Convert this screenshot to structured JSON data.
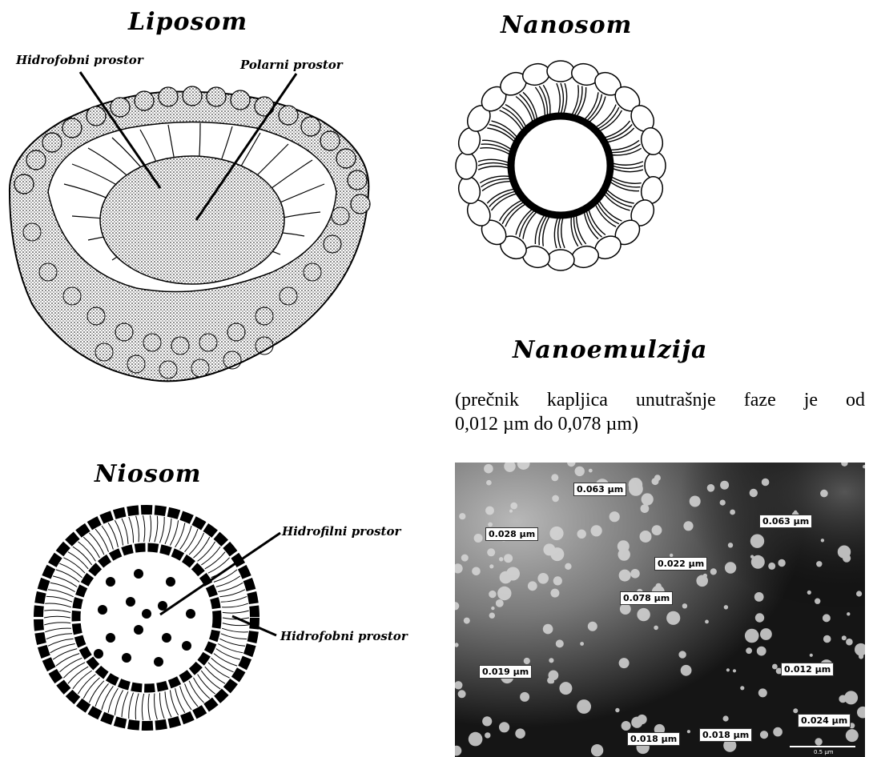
{
  "titles": {
    "liposom": "Liposom",
    "nanosom": "Nanosom",
    "nanoemulzija": "Nanoemulzija",
    "niosom": "Niosom"
  },
  "labels": {
    "lipo_hydrophobic": "Hidrofobni prostor",
    "lipo_polar": "Polarni prostor",
    "nio_hydrophilic": "Hidrofilni prostor",
    "nio_hydrophobic": "Hidrofobni prostor"
  },
  "description": {
    "line1_words": [
      "(prečnik",
      "kapljica",
      "unutrašnje",
      "faze",
      "je",
      "od"
    ],
    "line2": "0,012 µm do 0,078 µm)"
  },
  "micrograph": {
    "droplet_labels": [
      "0.063 µm",
      "0.063 µm",
      "0.028 µm",
      "0.022 µm",
      "0.078 µm",
      "0.019 µm",
      "0.012 µm",
      "0.024 µm",
      "0.018 µm",
      "0.018 µm"
    ],
    "scale_bar": "0.5 µm"
  }
}
